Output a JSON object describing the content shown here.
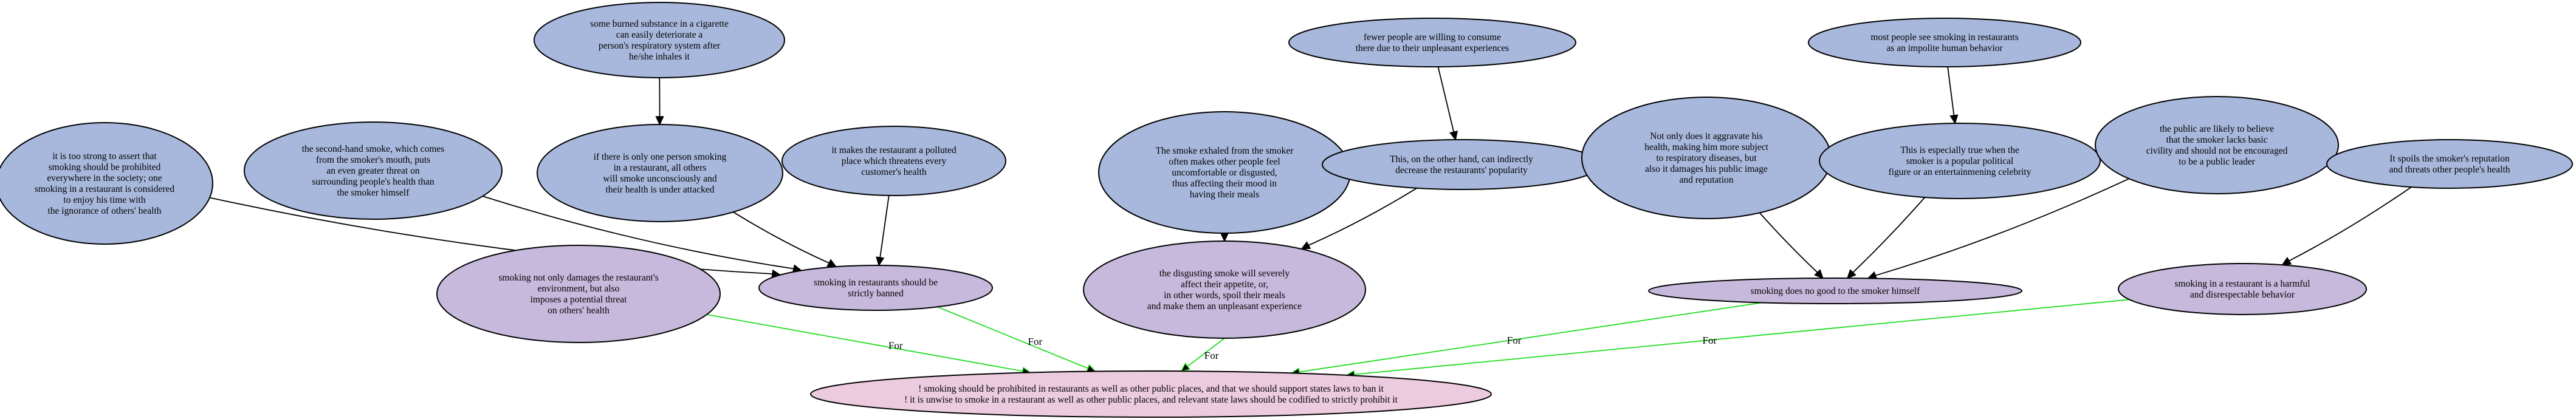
{
  "colors": {
    "premise_fill": "#a8b8dc",
    "claim_fill": "#c6b9dc",
    "conclusion_fill": "#eccbdf",
    "support_edge": "#000000",
    "for_edge": "#22dd22"
  },
  "nodes": {
    "n_substance": [
      "some burned substance in a cigarette",
      "can easily deteriorate a",
      "person's respiratory system after",
      "he/she inhales it"
    ],
    "n_fewer": [
      "fewer people are willing to consume",
      "there due to their unpleasant experiences"
    ],
    "n_impolite": [
      "most people see smoking in restaurants",
      "as an impolite human behavior"
    ],
    "n_toostrong": [
      "it is too strong to assert that",
      "smoking should be prohibited",
      "everywhere in the society; one",
      "smoking in a restaurant is considered",
      "to enjoy his time with",
      "the ignorance of others' health"
    ],
    "n_secondhand": [
      "the second-hand smoke, which comes",
      "from the smoker's mouth, puts",
      "an even greater threat on",
      "surrounding people's health than",
      "the smoker himself"
    ],
    "n_oneperson": [
      "if there is only one person smoking",
      "in a restaurant, all others",
      "will smoke unconsciously and",
      "their health is under attacked"
    ],
    "n_polluted": [
      "it makes the restaurant a polluted",
      "place which threatens every",
      "customer's health"
    ],
    "n_exhaled": [
      "The smoke exhaled from the smoker",
      "often makes other people feel",
      "uncomfortable or disgusted,",
      "thus affecting their mood in",
      "having their meals"
    ],
    "n_otherhand": [
      "This, on the other hand, can indirectly",
      "decrease the restaurants' popularity"
    ],
    "n_aggravate": [
      "Not only does it aggravate his",
      "health, making him more subject",
      "to respiratory diseases, but",
      "also it damages his public image",
      "and reputation"
    ],
    "n_celebrity": [
      "This is especially true when the",
      "smoker is a popular political",
      "figure or an entertainmening celebrity"
    ],
    "n_public": [
      "the public are likely to believe",
      "that the smoker lacks basic",
      "civility and should not be encouraged",
      "to be a public leader"
    ],
    "n_spoils": [
      "It spoils the smoker's reputation",
      "and threats other people's health"
    ],
    "c_damages": [
      "smoking not only damages the restaurant's",
      "environment, but also",
      "imposes a potential threat",
      "on others' health"
    ],
    "c_banned": [
      "smoking in restaurants should be",
      "strictly banned"
    ],
    "c_disgusting": [
      "the disgusting smoke will severely",
      "affect their appetite, or,",
      "in other words, spoil their meals",
      "and make them an unpleasant experience"
    ],
    "c_nogood": [
      "smoking does no good to the smoker himself"
    ],
    "c_harmful": [
      "smoking in a restaurant is a harmful",
      "and disrespectable behavior"
    ],
    "root": [
      "! smoking should be prohibited in restaurants as well as other public places, and that we should support states laws to ban it",
      "! it is unwise to smoke in a restaurant as well as other public places, and relevant state laws should be codified to strictly prohibit it"
    ]
  },
  "edge_label": "For"
}
